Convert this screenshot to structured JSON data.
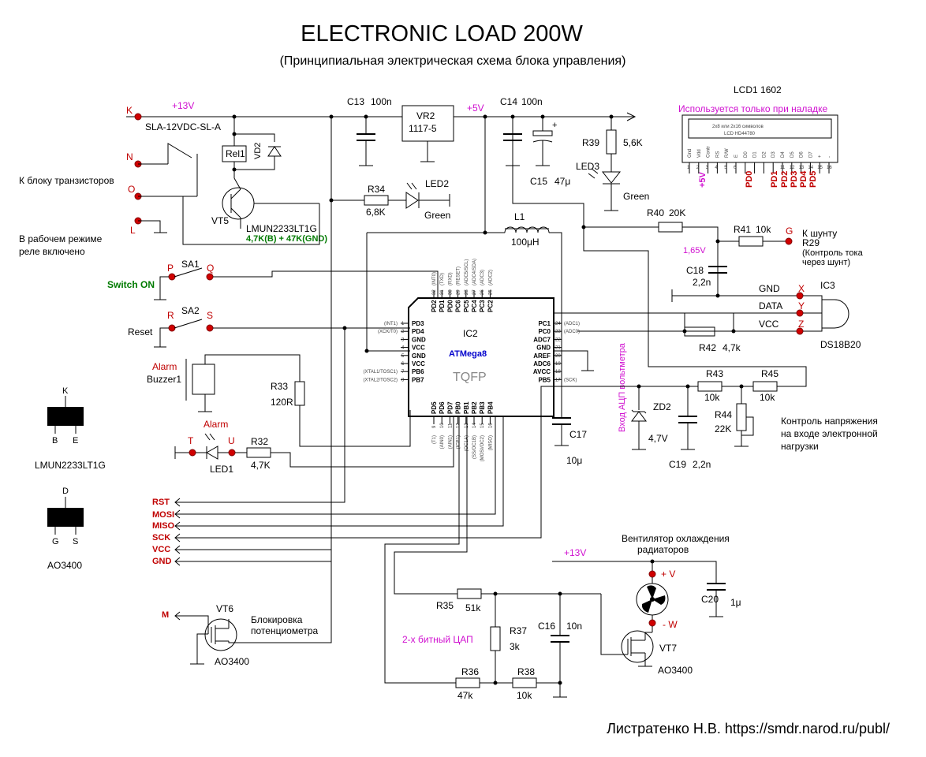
{
  "title": "ELECTRONIC LOAD 200W",
  "subtitle": "(Принципиальная электрическая схема блока управления)",
  "author": "Листратенко Н.В. https://smdr.narod.ru/publ/",
  "colors": {
    "terminal": "#c00000",
    "net": "#d010d0",
    "green": "#007a00",
    "blue": "#0000cc"
  },
  "terminals": {
    "K": "K",
    "N": "N",
    "O": "O",
    "L": "L",
    "P": "P",
    "Q": "Q",
    "R": "R",
    "S": "S",
    "T": "T",
    "U": "U",
    "G": "G",
    "X": "X",
    "Y": "Y",
    "Z": "Z",
    "M": "M",
    "fan_plus": "+ V",
    "fan_minus": "- W"
  },
  "nets": {
    "v13_top": "+13V",
    "v5": "+5V",
    "v165": "1,65V",
    "v13_fan": "+13V"
  },
  "notes": {
    "transistor_block": "К блоку транзисторов",
    "relay_mode_1": "В рабочем режиме",
    "relay_mode_2": "реле включено",
    "switch_on": "Switch ON",
    "reset": "Reset",
    "alarm_buzzer": "Alarm",
    "alarm_led": "Alarm",
    "lcd_note": "Используется только при наладке",
    "shunt_1": "К шунту",
    "shunt_2": "R29",
    "shunt_3": "(Контроль тока",
    "shunt_4": "через шунт)",
    "adc_vert": "Вход АЦП вольтметра",
    "volt_1": "Контроль напряжения",
    "volt_2": "на входе электронной",
    "volt_3": "нагрузки",
    "fan_1": "Вентилятор охлаждения",
    "fan_2": "радиаторов",
    "pot_1": "Блокировка",
    "pot_2": "потенциометра",
    "dac": "2-х битный ЦАП",
    "vt5_bias": "4,7K(B) + 47K(GND)"
  },
  "components": {
    "relay_name": "SLA-12VDC-SL-A",
    "relay_box": "Rel1",
    "vd2": "VD2",
    "vt5": "VT5",
    "vt5_type": "LMUN2233LT1G",
    "c13": "C13",
    "c13_val": "100n",
    "vr2": "VR2",
    "vr2_val": "1117-5",
    "c14": "C14",
    "c14_val": "100n",
    "c15": "C15",
    "c15_val": "47μ",
    "r39": "R39",
    "r39_val": "5,6K",
    "led3": "LED3",
    "led3_col": "Green",
    "r34": "R34",
    "r34_val": "6,8K",
    "led2": "LED2",
    "led2_col": "Green",
    "l1": "L1",
    "l1_val": "100μH",
    "r40": "R40",
    "r40_val": "20K",
    "r41": "R41",
    "r41_val": "10k",
    "c18": "C18",
    "c18_val": "2,2n",
    "ic3": "IC3",
    "ic3_type": "DS18B20",
    "gnd": "GND",
    "data": "DATA",
    "vcc": "VCC",
    "r42": "R42",
    "r42_val": "4,7k",
    "sa1": "SA1",
    "sa2": "SA2",
    "ic2": "IC2",
    "mcu": "ATMega8",
    "pkg": "TQFP",
    "buzzer": "Buzzer1",
    "r33": "R33",
    "r33_val": "120R",
    "led1": "LED1",
    "r32": "R32",
    "r32_val": "4,7K",
    "c17": "C17",
    "c17_val": "10μ",
    "zd2": "ZD2",
    "zd2_val": "4,7V",
    "c19": "C19",
    "c19_val": "2,2n",
    "r43": "R43",
    "r43_val": "10k",
    "r45": "R45",
    "r45_val": "10k",
    "r44": "R44",
    "r44_val": "22K",
    "c20": "C20",
    "c20_val": "1μ",
    "vt6": "VT6",
    "vt6_type": "AO3400",
    "r35": "R35",
    "r35_val": "51k",
    "r37": "R37",
    "r37_val": "3k",
    "c16": "C16",
    "c16_val": "10n",
    "vt7": "VT7",
    "vt7_type": "AO3400",
    "r36": "R36",
    "r36_val": "47k",
    "r38": "R38",
    "r38_val": "10k"
  },
  "lcd": {
    "name": "LCD1 1602",
    "desc_1": "2x8 или 2x16 символов",
    "desc_2": "LCD HD44780",
    "pin_names": [
      "Gnd",
      "Vdd",
      "Contr",
      "RS",
      "R/W",
      "E",
      "D0",
      "D1",
      "D2",
      "D3",
      "D4",
      "D5",
      "D6",
      "D7",
      "+",
      "-"
    ],
    "pin_numbers": [
      "1",
      "2",
      "3",
      "4",
      "5",
      "6",
      "11",
      "12",
      "13",
      "14",
      "15",
      "16"
    ],
    "connections": [
      "+5V",
      "PD0",
      "PD1",
      "PD2",
      "PD3",
      "PD4",
      "PD5"
    ]
  },
  "mcu_pins": {
    "top": [
      {
        "n": "32",
        "name": "PD2",
        "fn": "(INT0)"
      },
      {
        "n": "31",
        "name": "PD1",
        "fn": "(TXD)"
      },
      {
        "n": "30",
        "name": "PD0",
        "fn": "(RXD)"
      },
      {
        "n": "29",
        "name": "PC6",
        "fn": "(RESET)"
      },
      {
        "n": "28",
        "name": "PC5",
        "fn": "(ADC5/SCL)"
      },
      {
        "n": "27",
        "name": "PC4",
        "fn": "(ADC4/SDA)"
      },
      {
        "n": "26",
        "name": "PC3",
        "fn": "(ADC3)"
      },
      {
        "n": "25",
        "name": "PC2",
        "fn": "(ADC2)"
      }
    ],
    "left": [
      {
        "n": "1",
        "name": "PD3",
        "fn": "(INT1)"
      },
      {
        "n": "2",
        "name": "PD4",
        "fn": "(XCK/T0)"
      },
      {
        "n": "3",
        "name": "GND",
        "fn": ""
      },
      {
        "n": "4",
        "name": "VCC",
        "fn": ""
      },
      {
        "n": "5",
        "name": "GND",
        "fn": ""
      },
      {
        "n": "6",
        "name": "VCC",
        "fn": ""
      },
      {
        "n": "7",
        "name": "PB6",
        "fn": "(XTAL1/TOSC1)"
      },
      {
        "n": "8",
        "name": "PB7",
        "fn": "(XTAL2/TOSC2)"
      }
    ],
    "right": [
      {
        "n": "24",
        "name": "PC1",
        "fn": "(ADC1)"
      },
      {
        "n": "23",
        "name": "PC0",
        "fn": "(ADC0)"
      },
      {
        "n": "22",
        "name": "ADC7",
        "fn": ""
      },
      {
        "n": "21",
        "name": "GND",
        "fn": ""
      },
      {
        "n": "20",
        "name": "AREF",
        "fn": ""
      },
      {
        "n": "19",
        "name": "ADC6",
        "fn": ""
      },
      {
        "n": "18",
        "name": "AVCC",
        "fn": ""
      },
      {
        "n": "17",
        "name": "PB5",
        "fn": "(SCK)"
      }
    ],
    "bottom": [
      {
        "n": "9",
        "name": "PD5",
        "fn": "(T1)"
      },
      {
        "n": "10",
        "name": "PD6",
        "fn": "(AIN0)"
      },
      {
        "n": "11",
        "name": "PD7",
        "fn": "(AIN1)"
      },
      {
        "n": "12",
        "name": "PB0",
        "fn": "(ICP1)"
      },
      {
        "n": "13",
        "name": "PB1",
        "fn": "(OC1A)"
      },
      {
        "n": "14",
        "name": "PB2",
        "fn": "(SS/OC1B)"
      },
      {
        "n": "15",
        "name": "PB3",
        "fn": "(MOSI/OC2)"
      },
      {
        "n": "16",
        "name": "PB4",
        "fn": "(MISO)"
      }
    ]
  },
  "isp": [
    "RST",
    "MOSI",
    "MISO",
    "SCK",
    "VCC",
    "GND"
  ],
  "legend": {
    "lmun": "LMUN2233LT1G",
    "ao": "AO3400",
    "pin_k": "K",
    "pin_b": "B",
    "pin_e": "E",
    "pin_d": "D",
    "pin_g": "G",
    "pin_s": "S"
  }
}
